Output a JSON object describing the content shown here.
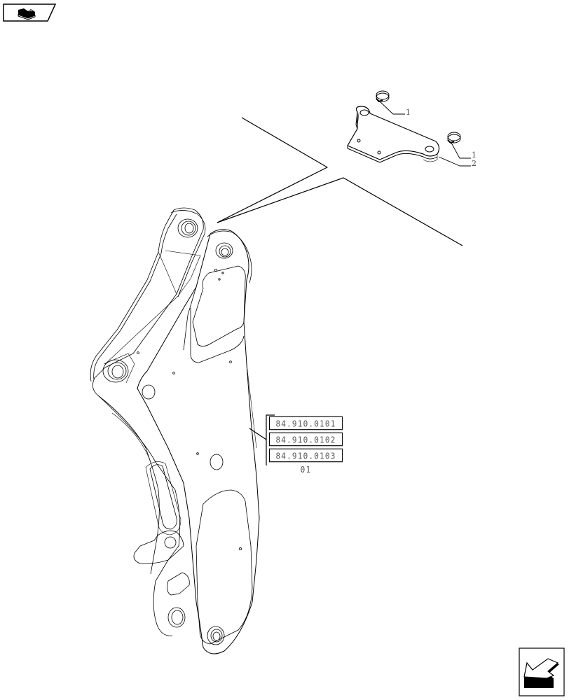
{
  "diagram": {
    "type": "exploded-parts-view",
    "subject": "loader arm assembly with link plate and retaining clips",
    "colors": {
      "line": "#000000",
      "background": "#ffffff",
      "ref_text": "#555555"
    }
  },
  "navigation": {
    "back_icon": "book-arrow-icon",
    "next_icon": "arrow-down-left-icon"
  },
  "callouts": [
    {
      "label": "1",
      "target": "retaining-clip-upper"
    },
    {
      "label": "1",
      "target": "retaining-clip-lower"
    },
    {
      "label": "2",
      "target": "link-plate"
    }
  ],
  "references": [
    {
      "code": "84.910.0101 01"
    },
    {
      "code": "84.910.0102 01"
    },
    {
      "code": "84.910.0103 01"
    }
  ]
}
